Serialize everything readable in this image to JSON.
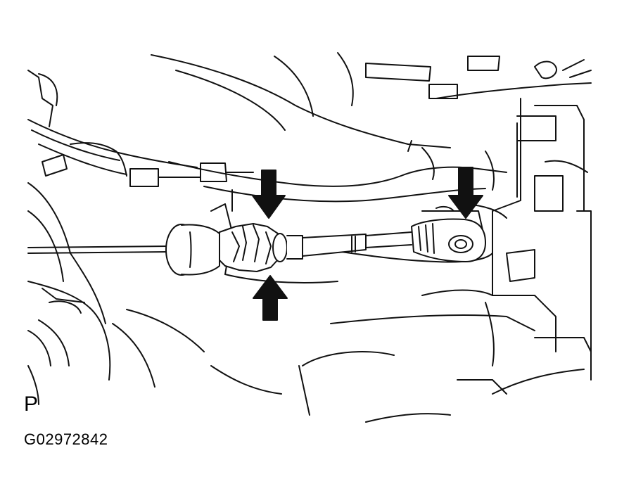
{
  "diagram": {
    "view_label": "P",
    "figure_code": "G02972842",
    "colors": {
      "line": "#111111",
      "arrow": "#111111",
      "background": "#ffffff"
    },
    "arrows": [
      {
        "name": "arrow-top-clip",
        "direction": "down"
      },
      {
        "name": "arrow-bottom-clip",
        "direction": "up"
      },
      {
        "name": "arrow-cable-end",
        "direction": "down"
      }
    ]
  }
}
